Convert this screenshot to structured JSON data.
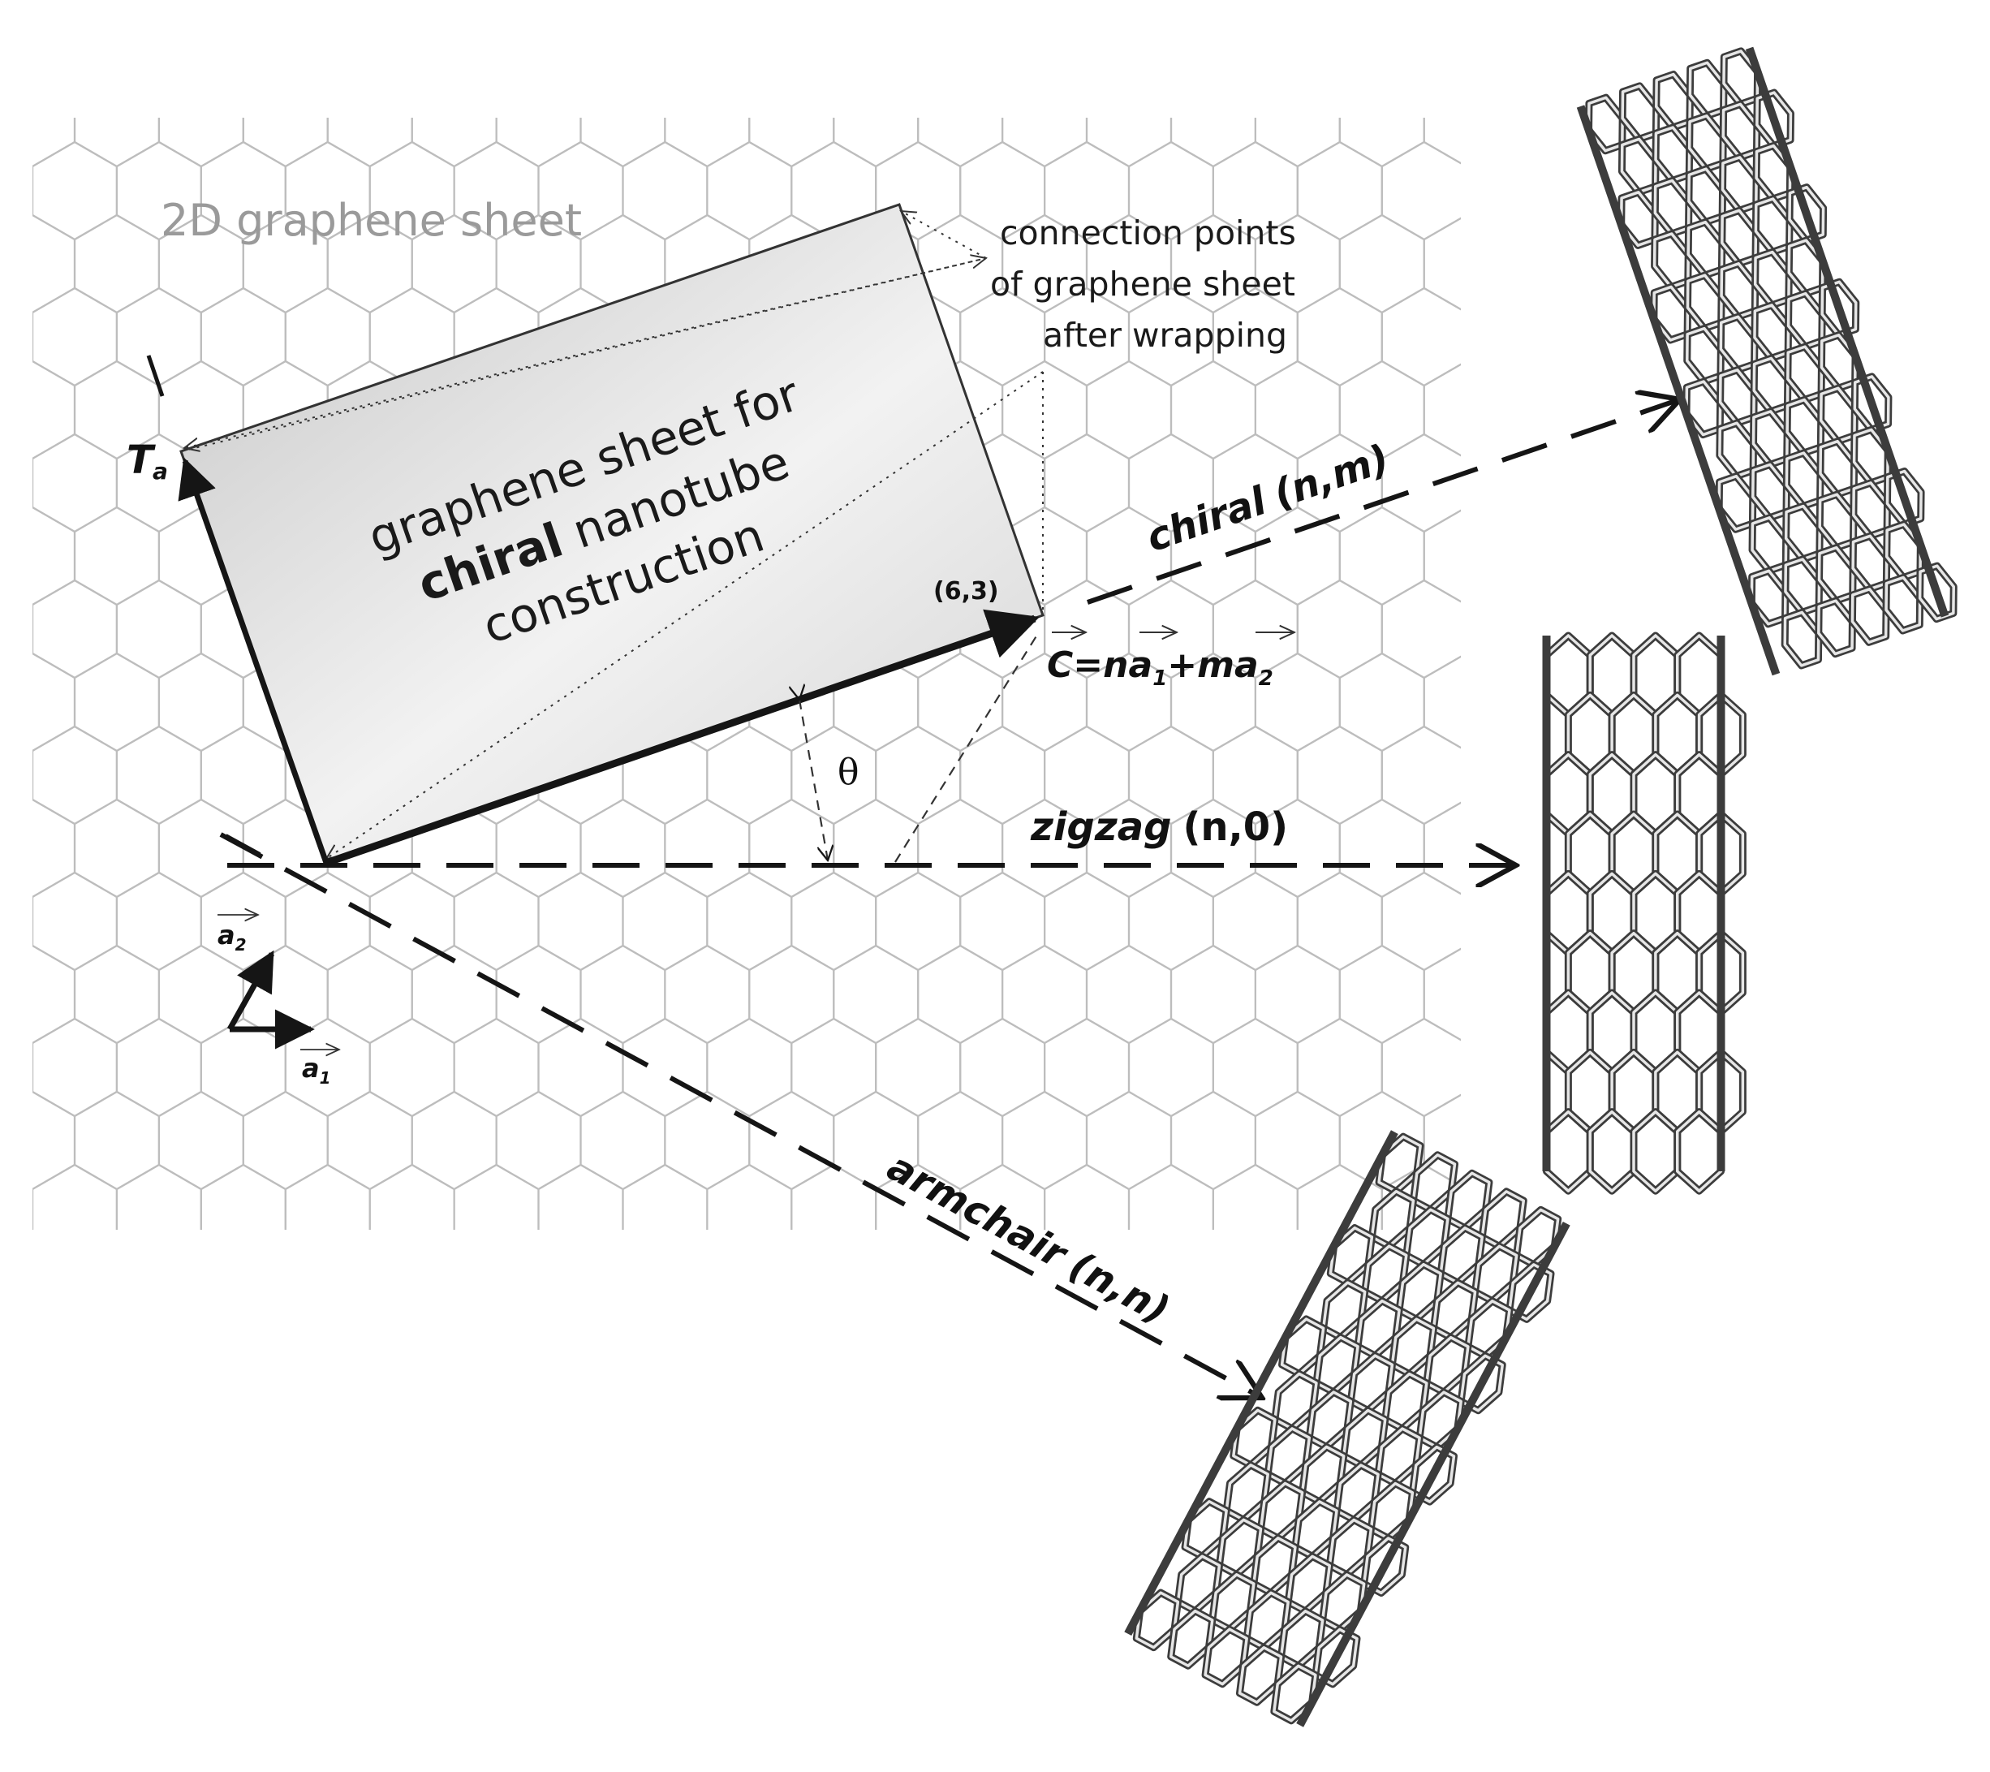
{
  "labels": {
    "sheet_title": "2D graphene sheet",
    "connection_line1": "connection points",
    "connection_line2": "of graphene sheet",
    "connection_line3": "after wrapping",
    "chiral_sheet_pre": "graphene sheet for",
    "chiral_sheet_bold": "chiral",
    "chiral_sheet_post": " nanotube",
    "chiral_sheet_line3": "construction",
    "chiral_dir_word": "chiral",
    "chiral_dir_idx": "(n,m)",
    "zigzag_word": "zigzag",
    "zigzag_idx": "(n,0)",
    "armchair_word": "armchair",
    "armchair_idx": "(n,n)",
    "chiral_point": "(6,3)",
    "theta": "θ",
    "translation_vector": "T",
    "translation_sub": "a",
    "chiral_vector": "C=na",
    "chiral_vector_sub1": "1",
    "chiral_vector_mid": "+ma",
    "chiral_vector_sub2": "2",
    "a1": "a",
    "a1_sub": "1",
    "a2": "a",
    "a2_sub": "2"
  },
  "colors": {
    "lattice": "#bdbdbd",
    "ink": "#151515",
    "sheet_fill_light": "#fafafa",
    "sheet_fill_dark": "#c8c8c8",
    "tube_bond": "#3c3c3c",
    "tube_highlight": "#e6e6e6"
  },
  "icons": {
    "zigzag_tube": "zigzag-nanotube-icon",
    "chiral_tube": "chiral-nanotube-icon",
    "armchair_tube": "armchair-nanotube-icon"
  }
}
